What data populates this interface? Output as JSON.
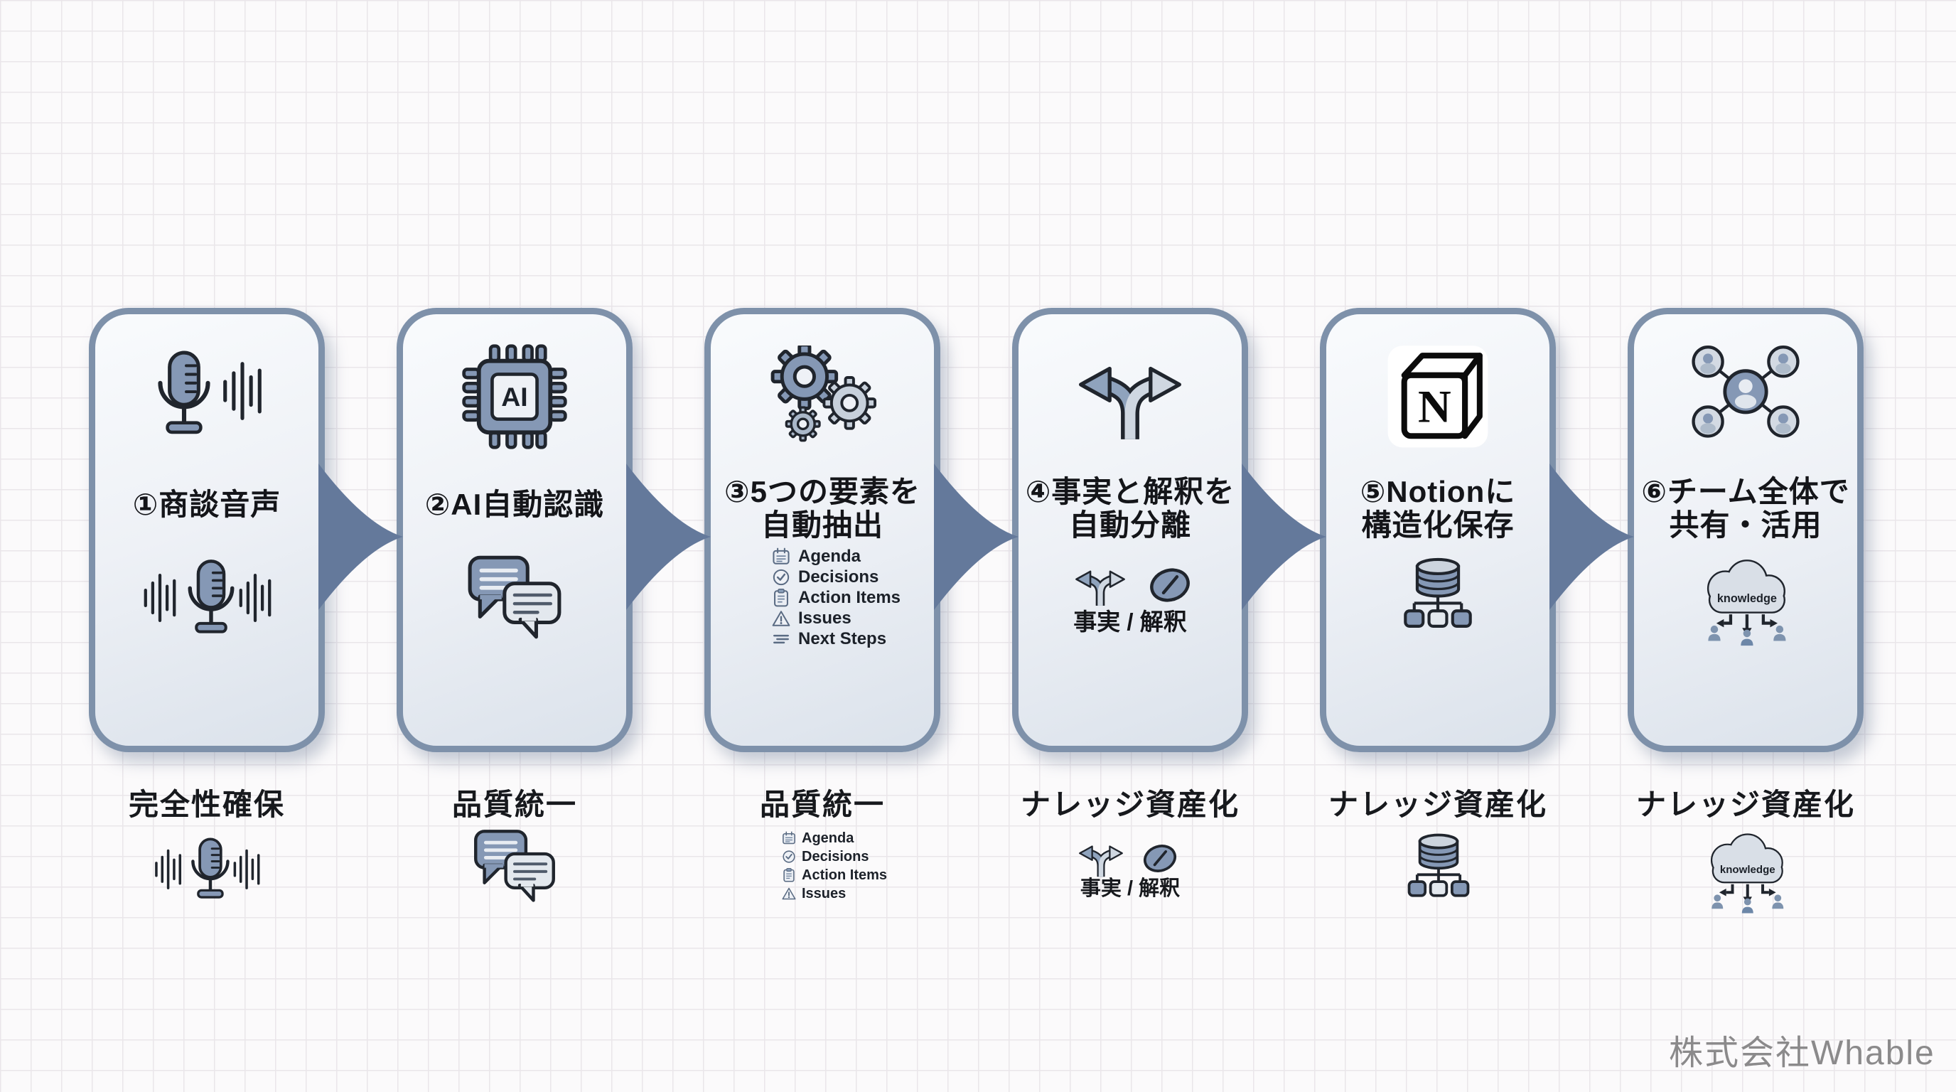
{
  "meta": {
    "credit": "株式会社Whable"
  },
  "palette": {
    "background": "#fbfafb",
    "grid_line": "#eae6ea",
    "card_border": "#7e91aa",
    "card_fill_top": "#f9fbfd",
    "card_fill_bottom": "#dbe2eb",
    "flow_arrow": "#64799b",
    "icon_primary": "#8598b5",
    "icon_light": "#cfd7e1",
    "icon_outline": "#20252d",
    "title_text": "#141519",
    "credit_text": "#8b8a8b"
  },
  "steps": [
    {
      "title_lines": [
        "①商談音声"
      ],
      "label": "完全性確保",
      "icons": {
        "top": "microphone-sound-waves-icon",
        "bottom": "microphone-sound-waves-icon",
        "mini": "microphone-sound-waves-icon"
      }
    },
    {
      "title_lines": [
        "②AI自動認識"
      ],
      "label": "品質統一",
      "chip_label": "AI",
      "icons": {
        "top": "ai-chip-icon",
        "bottom": "chat-bubbles-icon",
        "mini": "chat-bubbles-icon"
      }
    },
    {
      "title_lines": [
        "③5つの要素を",
        "自動抽出"
      ],
      "label": "品質統一",
      "items": [
        "Agenda",
        "Decisions",
        "Action Items",
        "Issues",
        "Next Steps"
      ],
      "mini_items": [
        "Agenda",
        "Decisions",
        "Action Items",
        "Issues"
      ],
      "icons": {
        "top": "gears-icon",
        "list": [
          "calendar-icon",
          "check-circle-icon",
          "clipboard-icon",
          "warning-triangle-icon",
          "list-lines-icon"
        ]
      }
    },
    {
      "title_lines": [
        "④事実と解釈を",
        "自動分離"
      ],
      "label": "ナレッジ資産化",
      "caption": "事実 / 解釈",
      "icons": {
        "top": "split-arrows-icon",
        "bottom": [
          "split-arrows-icon",
          "slash-circle-icon"
        ],
        "mini": [
          "split-arrows-icon",
          "slash-circle-icon"
        ]
      }
    },
    {
      "title_lines": [
        "⑤Notionに",
        "構造化保存"
      ],
      "label": "ナレッジ資産化",
      "logo_letter": "N",
      "icons": {
        "top": "notion-cube-icon",
        "bottom": "database-tree-icon",
        "mini": "database-tree-icon"
      }
    },
    {
      "title_lines": [
        "⑥チーム全体で",
        "共有・活用"
      ],
      "label": "ナレッジ資産化",
      "cloud_label": "knowledge",
      "icons": {
        "top": "people-network-icon",
        "bottom": "knowledge-cloud-icon",
        "mini": "knowledge-cloud-icon"
      }
    }
  ]
}
